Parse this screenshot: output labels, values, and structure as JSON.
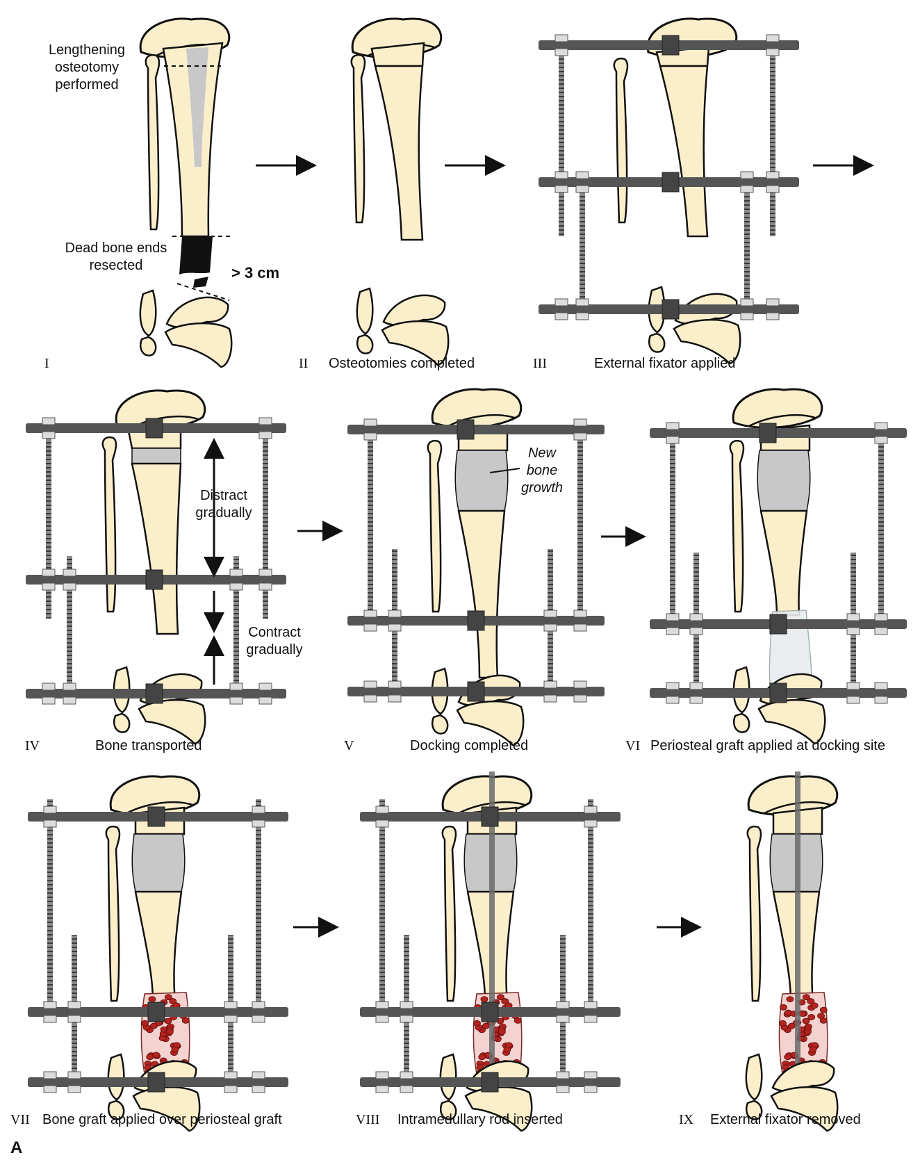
{
  "panels": [
    {
      "numeral": "I",
      "caption": ""
    },
    {
      "numeral": "II",
      "caption": "Osteotomies completed"
    },
    {
      "numeral": "III",
      "caption": "External fixator applied"
    },
    {
      "numeral": "IV",
      "caption": "Bone transported"
    },
    {
      "numeral": "V",
      "caption": "Docking completed"
    },
    {
      "numeral": "VI",
      "caption": "Periosteal graft applied at docking site"
    },
    {
      "numeral": "VII",
      "caption": "Bone graft applied over periosteal graft"
    },
    {
      "numeral": "VIII",
      "caption": "Intramedullary rod inserted"
    },
    {
      "numeral": "IX",
      "caption": "External fixator removed"
    }
  ],
  "annotations": {
    "osteotomy": [
      "Lengthening",
      "osteotomy",
      "performed"
    ],
    "dead_bone": [
      "Dead bone ends",
      "resected"
    ],
    "gap": "> 3 cm",
    "distract": [
      "Distract",
      "gradually"
    ],
    "contract": [
      "Contract",
      "gradually"
    ],
    "new_bone": [
      "New",
      "bone",
      "growth"
    ]
  },
  "figure_label": "A",
  "colors": {
    "bone": "#fbefcb",
    "outline": "#111111",
    "regenerate": "#c8c8c8",
    "dead_bone": "#111111",
    "fixator_bar": "#555555",
    "graft_chip": "#b5231f",
    "periosteal": "#e8ecee"
  }
}
